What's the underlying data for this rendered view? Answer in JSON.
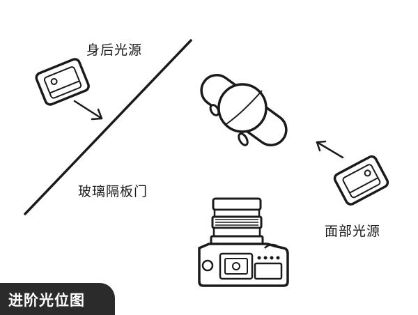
{
  "labels": {
    "back_light": "身后光源",
    "glass_door": "玻璃隔板门",
    "face_light": "面部光源"
  },
  "badge": {
    "title": "进阶光位图"
  },
  "colors": {
    "ink": "#1a1a1a",
    "badge_bg": "#2b2b2b",
    "badge_text": "#ffffff",
    "background": "#ffffff"
  }
}
